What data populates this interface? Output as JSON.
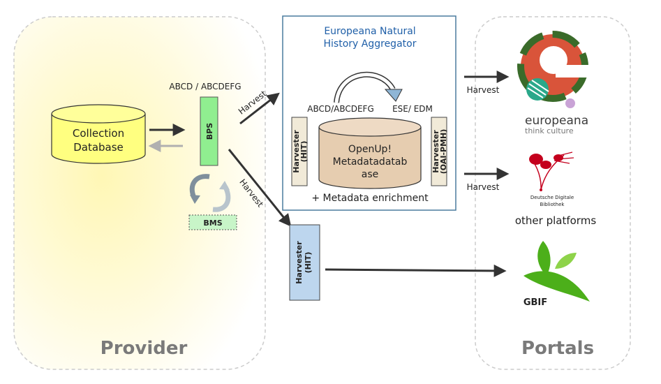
{
  "provider": {
    "label": "Provider",
    "database": [
      "Collection",
      "Database"
    ],
    "format_label": "ABCD / ABCDEFG",
    "bps_label": "BPS",
    "bms_label": "BMS"
  },
  "aggregator": {
    "title_line1": "Europeana Natural",
    "title_line2": "History Aggregator",
    "format_in": "ABCD/ABCDEFG",
    "format_out": "ESE/ EDM",
    "db_lines": [
      "OpenUp!",
      "Metadatadatab",
      "ase"
    ],
    "harvester_left": [
      "Harvester",
      "(HIT)"
    ],
    "harvester_right": [
      "Harvester",
      "(OAI-PMH)"
    ],
    "enrichment": "+ Metadata enrichment"
  },
  "harvester_bottom": [
    "Harvester",
    "(HIT)"
  ],
  "harvest_label": "Harvest",
  "portals": {
    "label": "Portals",
    "europeana_name": "europeana",
    "europeana_tagline": "think culture",
    "ddb_line1": "Deutsche Digitale",
    "ddb_line2": "Bibliothek",
    "other_platforms": "other platforms",
    "gbif": "GBIF"
  },
  "colors": {
    "panel_border": "#cccccc",
    "provider_glow": "#fff9c8",
    "db_fill": "#ffff80",
    "bps_fill": "#90ee90",
    "bms_fill": "#c8f5c8",
    "aggregator_border": "#4a7b9d",
    "aggregator_title": "#1f5fa8",
    "openup_db_fill": "#e6cdb0",
    "harvester_fill": "#f1ead8",
    "harvester_blue": "#bdd6ee",
    "arrow": "#333333",
    "ddb_red": "#c4001d",
    "gbif_green": "#4caf1a",
    "europeana_text": "#3c3c3c",
    "label_gray": "#7a7a7a"
  }
}
